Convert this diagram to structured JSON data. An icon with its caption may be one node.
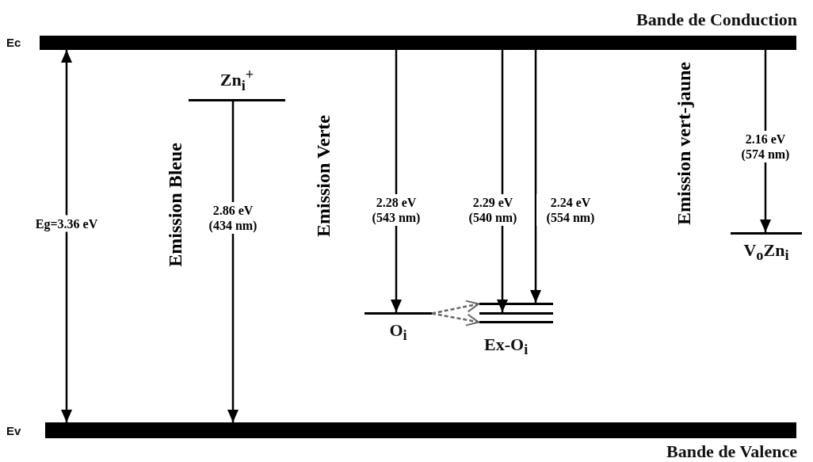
{
  "diagram": {
    "nodes": [
      {
        "text": [
          "Bande de Conduction"
        ],
        "beside": [
          "Ec"
        ]
      },
      {
        "text": [
          "Bande de Valence"
        ],
        "beside": [
          "Ev"
        ]
      },
      {
        "text": [
          "Zn$_{i}$$^{+}$"
        ]
      },
      {
        "text": [
          "O$_{i}$"
        ]
      },
      {
        "text": [
          "Ex-O$_{i}$"
        ]
      },
      {
        "text": [],
        "shape": "bar",
        "in": 4
      },
      {
        "text": [],
        "shape": "bar",
        "in": 4
      },
      {
        "text": [],
        "shape": "bar",
        "in": 4
      },
      {
        "text": [
          "V$_{o}$Zn$_{i}$"
        ]
      }
    ],
    "edges": [
      {
        "from": 1,
        "to": 0,
        "arrow": "both",
        "label": "Eg=3.36 eV"
      },
      {
        "from": 2,
        "to": 1,
        "arrow": "to",
        "label": "2.86 eV (434 nm)"
      },
      {
        "from": 0,
        "to": 3,
        "arrow": "to",
        "label": "2.28 eV (543 nm)"
      },
      {
        "from": 0,
        "to": 6,
        "arrow": "to",
        "label": "2.29 eV (540 nm)"
      },
      {
        "from": 0,
        "to": 5,
        "arrow": "to",
        "label": "2.24 eV (554 nm)"
      },
      {
        "from": 0,
        "to": 8,
        "arrow": "to",
        "label": "2.16 eV (574 nm)"
      },
      {
        "from": 3,
        "to": 5,
        "arrow": "to",
        "style": "dashed",
        "color": "#666666"
      },
      {
        "from": 3,
        "to": 7,
        "arrow": "to",
        "style": "dashed",
        "color": "#666666"
      }
    ],
    "labels": [
      "Emission Bleue",
      "Emission Verte",
      "Emission vert-jaune"
    ]
  }
}
